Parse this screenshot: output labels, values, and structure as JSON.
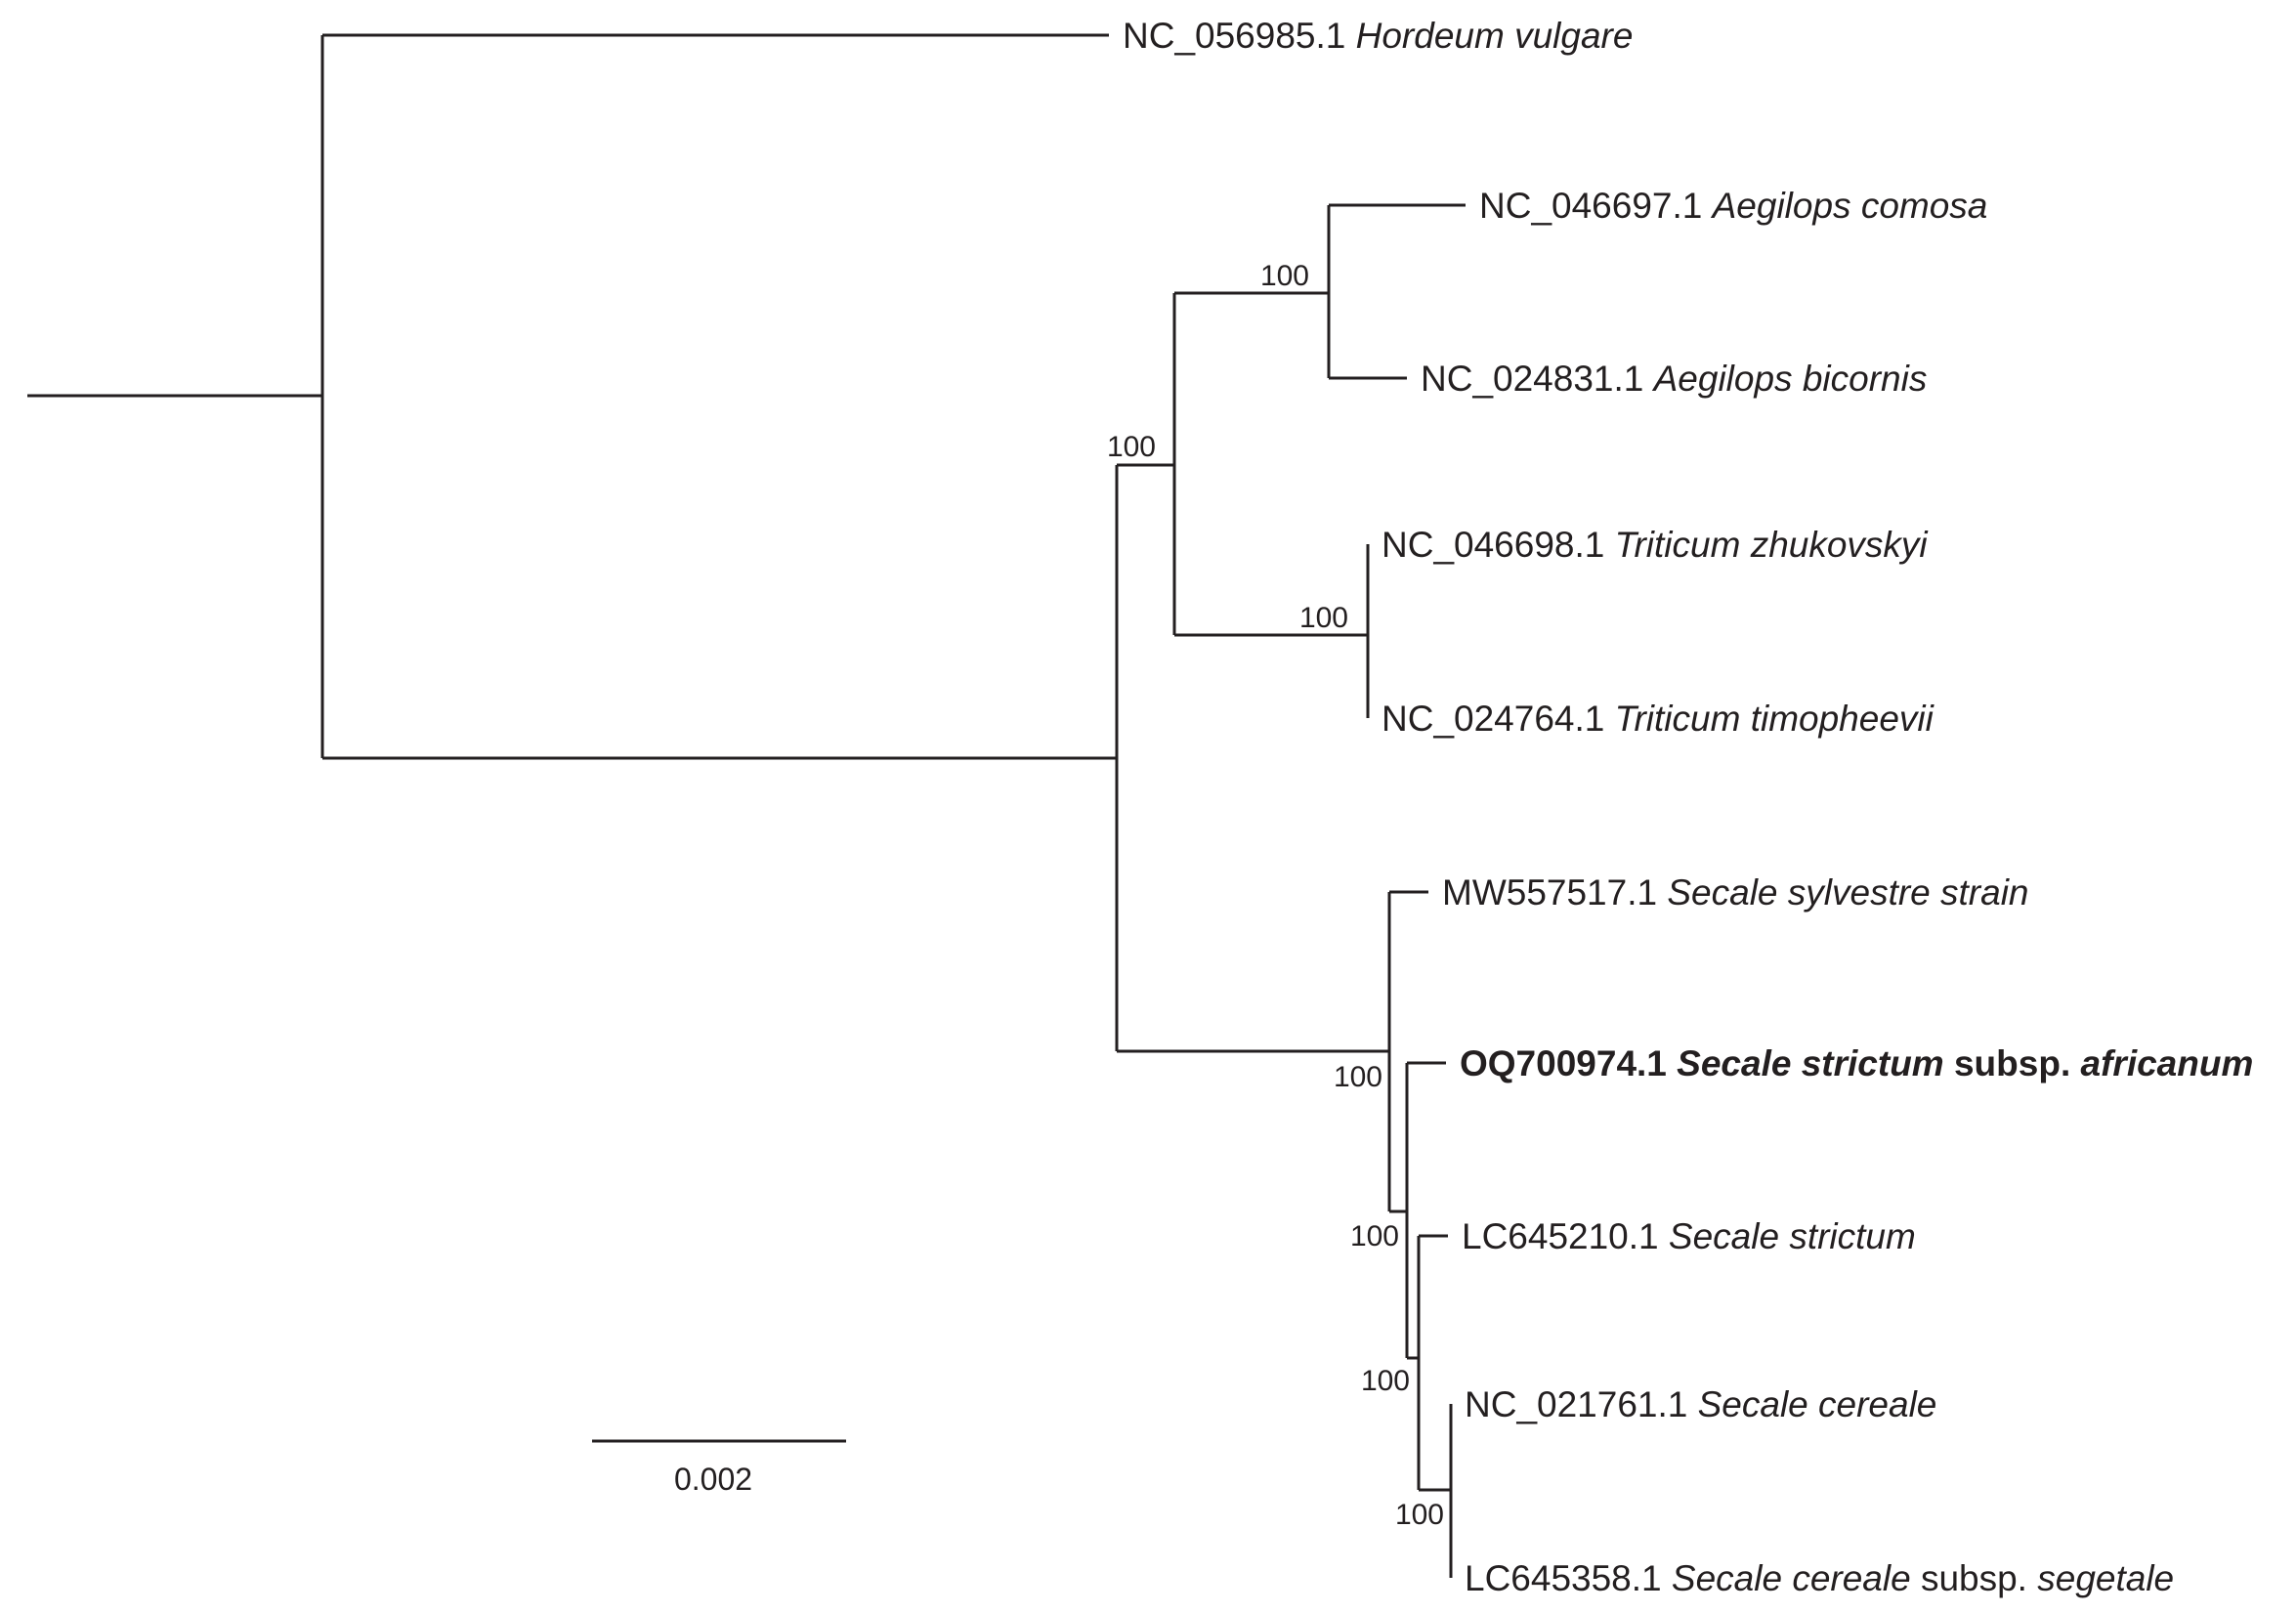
{
  "colors": {
    "line": "#231f20",
    "background": "#ffffff"
  },
  "taxa": [
    {
      "id": "hordeum",
      "accession": "NC_056985.1",
      "parts": [
        {
          "text": "Hordeum vulgare",
          "italic": true
        }
      ]
    },
    {
      "id": "ae-comosa",
      "accession": "NC_046697.1",
      "parts": [
        {
          "text": "Aegilops comosa",
          "italic": true
        }
      ]
    },
    {
      "id": "ae-bicornis",
      "accession": "NC_024831.1",
      "parts": [
        {
          "text": "Aegilops bicornis",
          "italic": true
        }
      ]
    },
    {
      "id": "tr-zhukovskyi",
      "accession": "NC_046698.1",
      "parts": [
        {
          "text": "Triticum zhukovskyi",
          "italic": true
        }
      ]
    },
    {
      "id": "tr-timopheevii",
      "accession": "NC_024764.1",
      "parts": [
        {
          "text": "Triticum timopheevii",
          "italic": true
        }
      ]
    },
    {
      "id": "se-sylvestre",
      "accession": "MW557517.1",
      "parts": [
        {
          "text": "Secale sylvestre strain",
          "italic": true
        }
      ]
    },
    {
      "id": "se-africanum",
      "accession": "OQ700974.1",
      "bold": true,
      "parts": [
        {
          "text": "Secale strictum",
          "italic": true
        },
        {
          "text": " subsp. ",
          "italic": false
        },
        {
          "text": "africanum",
          "italic": true
        }
      ]
    },
    {
      "id": "se-strictum",
      "accession": "LC645210.1",
      "parts": [
        {
          "text": "Secale strictum",
          "italic": true
        }
      ]
    },
    {
      "id": "se-cereale",
      "accession": "NC_021761.1",
      "parts": [
        {
          "text": "Secale cereale",
          "italic": true
        }
      ]
    },
    {
      "id": "se-segetale",
      "accession": "LC645358.1",
      "parts": [
        {
          "text": "Secale cereale",
          "italic": true
        },
        {
          "text": " subsp. ",
          "italic": false
        },
        {
          "text": "segetale",
          "italic": true
        }
      ]
    }
  ],
  "support_values": [
    {
      "node": "aegilops-clade",
      "value": "100"
    },
    {
      "node": "aegilops-triticum-clade",
      "value": "100"
    },
    {
      "node": "triticum-clade",
      "value": "100"
    },
    {
      "node": "secale-clade",
      "value": "100"
    },
    {
      "node": "strictum-cereale-clade",
      "value": "100"
    },
    {
      "node": "strictum-cereale-inner-clade",
      "value": "100"
    },
    {
      "node": "cereale-clade",
      "value": "100"
    }
  ],
  "scale_bar": {
    "label": "0.002"
  }
}
